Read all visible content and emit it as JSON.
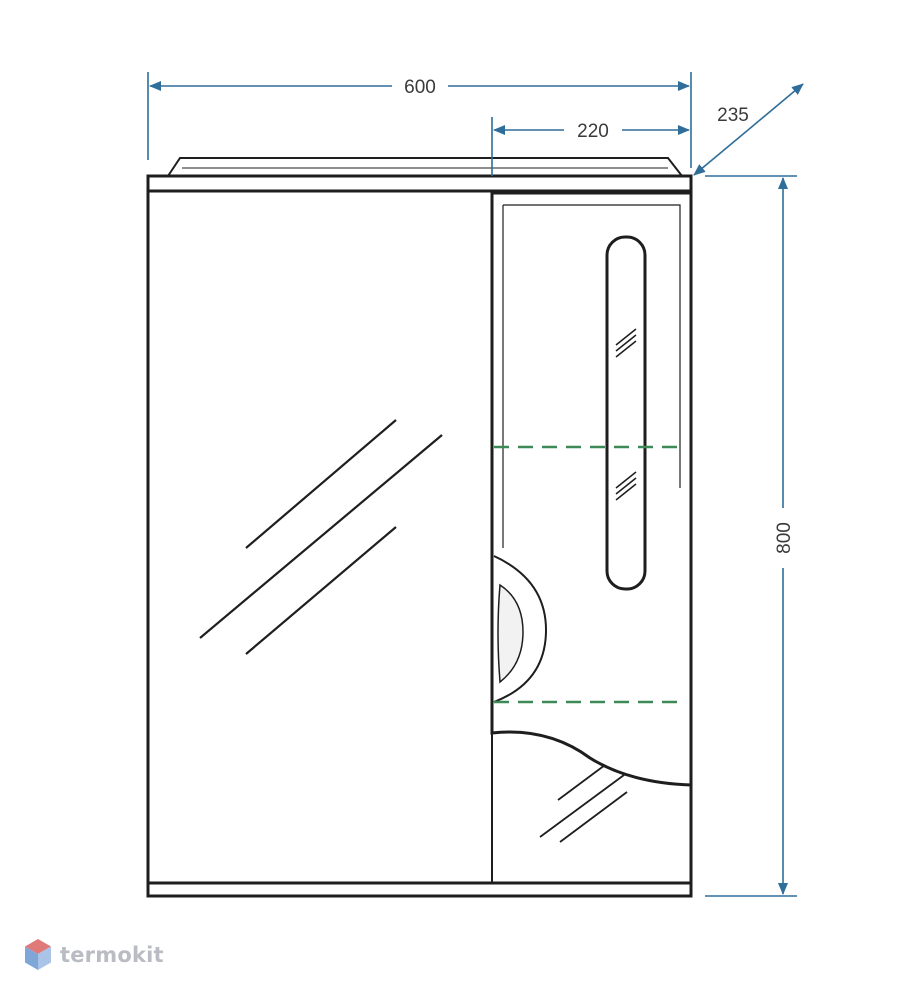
{
  "dimensions": {
    "width": "600",
    "door_width": "220",
    "depth": "235",
    "height": "800"
  },
  "watermark": {
    "brand": "termokit"
  },
  "colors": {
    "outline": "#1e1e1e",
    "dimension_line": "#2f6d9a",
    "shelf_dash": "#3d8a58",
    "watermark_red": "#e07a78",
    "watermark_blue": "#7fa6d6",
    "watermark_text": "#b9bcc2"
  }
}
